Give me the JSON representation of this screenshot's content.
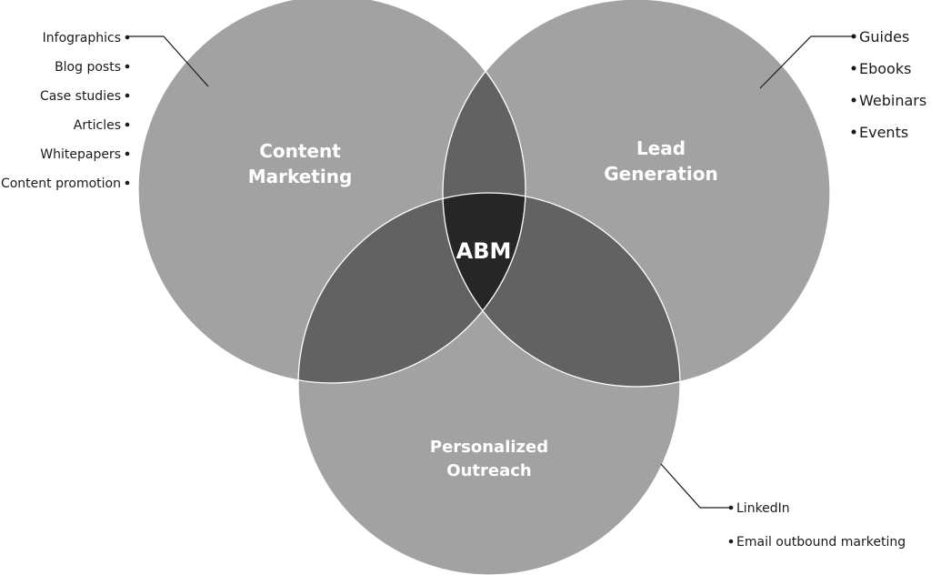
{
  "circles": {
    "content_marketing": {
      "line1": "Content",
      "line2": "Marketing"
    },
    "lead_generation": {
      "line1": "Lead",
      "line2": "Generation"
    },
    "personalized_outreach": {
      "line1": "Personalized",
      "line2": "Outreach"
    }
  },
  "center_label": "ABM",
  "lists": {
    "content_marketing": [
      "Infographics",
      "Blog posts",
      "Case studies",
      "Articles",
      "Whitepapers",
      "Content promotion"
    ],
    "lead_generation": [
      "Guides",
      "Ebooks",
      "Webinars",
      "Events"
    ],
    "personalized_outreach": [
      "LinkedIn",
      "Email outbound marketing"
    ]
  },
  "colors": {
    "circle_fill": "#a2a2a2",
    "pair_overlap_fill": "#626262",
    "triple_overlap_fill": "#262626",
    "outline": "#ffffff",
    "text_dark": "#1a1a1a"
  }
}
